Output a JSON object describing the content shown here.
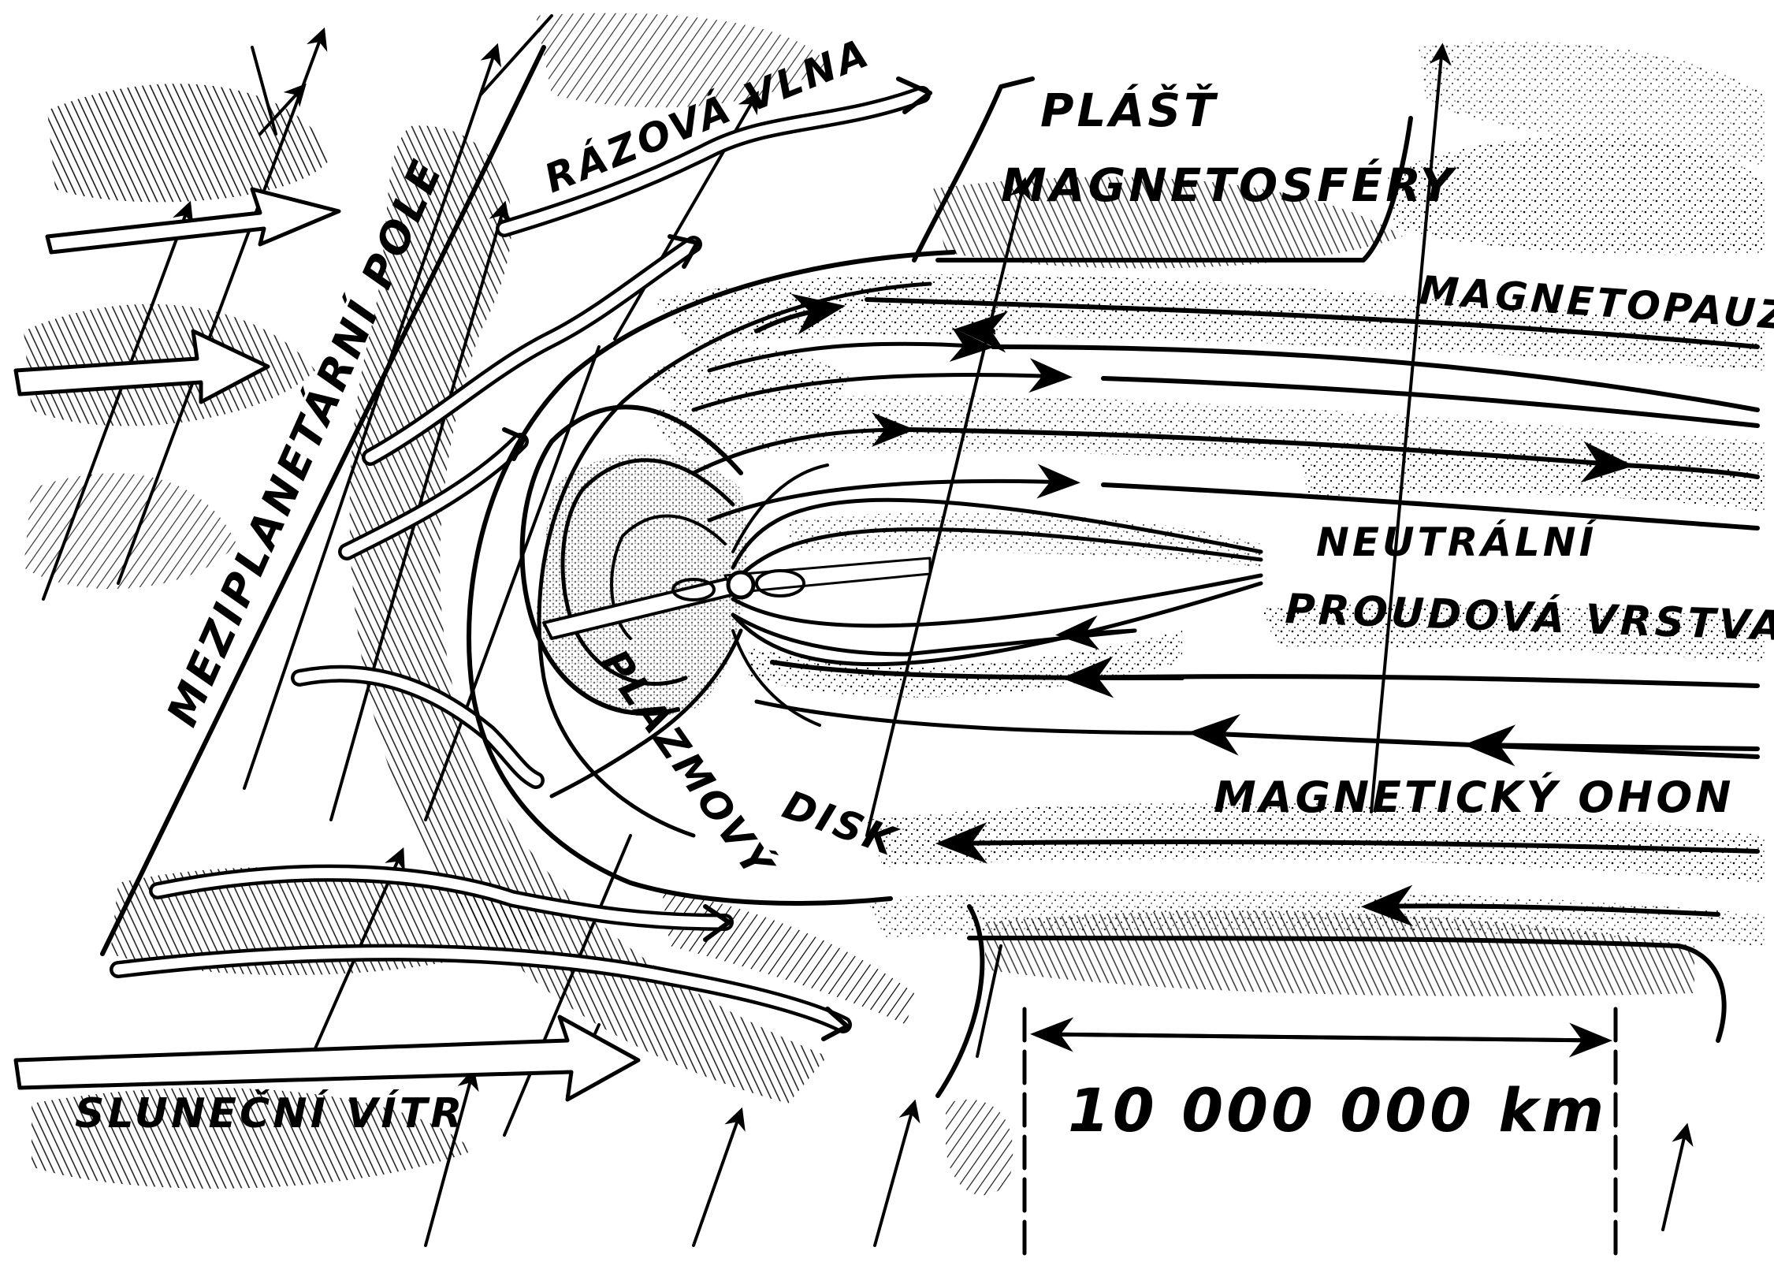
{
  "labels": {
    "shock_wave": "RÁZOVÁ VLNA",
    "magnetosheath_line1": "PLÁŠŤ",
    "magnetosheath_line2": "MAGNETOSFÉRY",
    "magnetopause": "MAGNETOPAUZA",
    "neutral_sheet_line1": "NEUTRÁLNÍ",
    "neutral_sheet_line2": "PROUDOVÁ VRSTVA",
    "imf": "MEZIPLANETÁRNÍ POLE",
    "plasma_disk_line1": "PLAZMOVÝ",
    "plasma_disk_line2": "DISK",
    "magnetotail": "MAGNETICKÝ OHON",
    "solar_wind": "SLUNEČNÍ VÍTR",
    "scale": "10 000 000 km"
  },
  "colors": {
    "ink": "#000000",
    "paper": "#ffffff"
  }
}
